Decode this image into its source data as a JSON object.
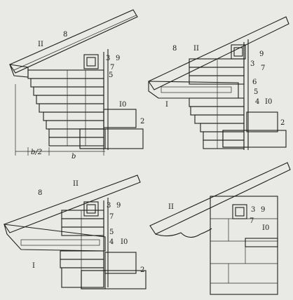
{
  "figure": {
    "panels": [
      {
        "id": "a",
        "labels": [
          "II",
          "8",
          "3",
          "9",
          "7",
          "5",
          "I0",
          "2"
        ],
        "dimension_labels": [
          "b/2",
          "b"
        ]
      },
      {
        "id": "b",
        "labels": [
          "8",
          "II",
          "9",
          "3",
          "7",
          "6",
          "5",
          "I",
          "4",
          "I0",
          "2"
        ]
      },
      {
        "id": "c",
        "labels": [
          "8",
          "II",
          "3",
          "9",
          "7",
          "5",
          "4",
          "I0",
          "I",
          "2"
        ]
      },
      {
        "id": "d",
        "labels": [
          "II",
          "3",
          "9",
          "7",
          "I0"
        ]
      }
    ]
  },
  "colors": {
    "paper": "#e9e9e6",
    "ink": "#1e1e1e"
  }
}
